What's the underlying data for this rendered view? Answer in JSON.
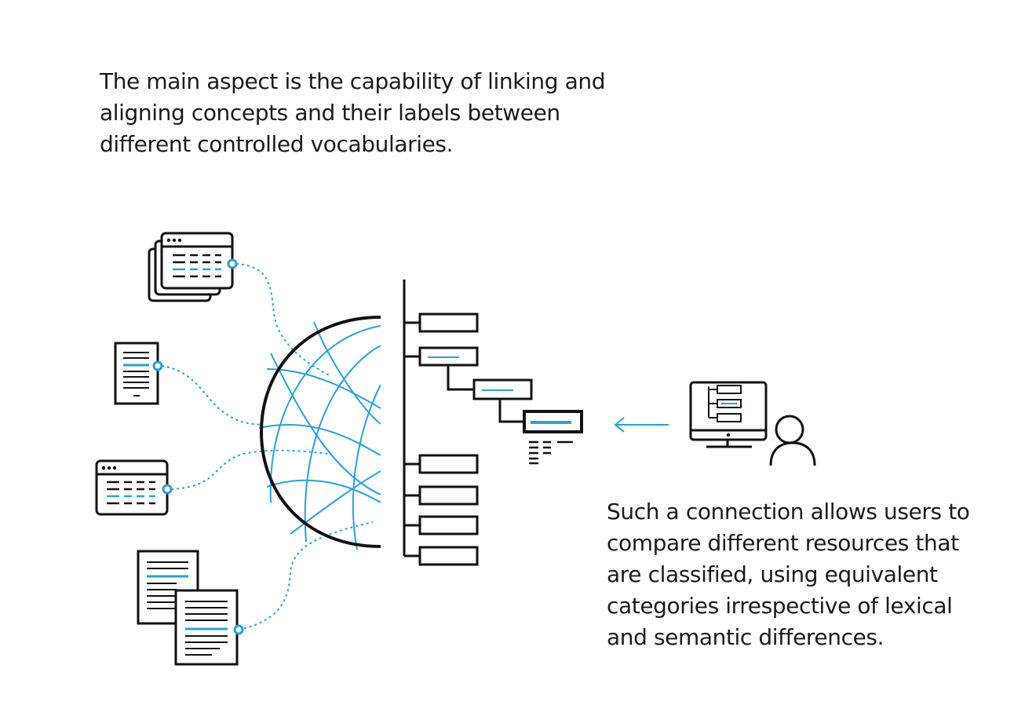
{
  "intro": {
    "lines": [
      "The main aspect is the capability of linking and",
      "aligning concepts and their labels between",
      "different controlled vocabularies."
    ]
  },
  "outro": {
    "lines": [
      "Such a connection allows users to",
      "compare different resources that",
      "are classified, using equivalent",
      "categories irrespective of lexical",
      "and semantic differences."
    ]
  },
  "colors": {
    "accent": "#2aa0d8",
    "ink": "#111111",
    "text": "#1a1a1a"
  },
  "icons": [
    "stacked-browser-windows-icon",
    "document-icon",
    "browser-window-icon",
    "stacked-documents-icon",
    "globe-icon",
    "hierarchy-tree-icon",
    "arrow-left-icon",
    "desktop-monitor-icon",
    "user-icon"
  ]
}
